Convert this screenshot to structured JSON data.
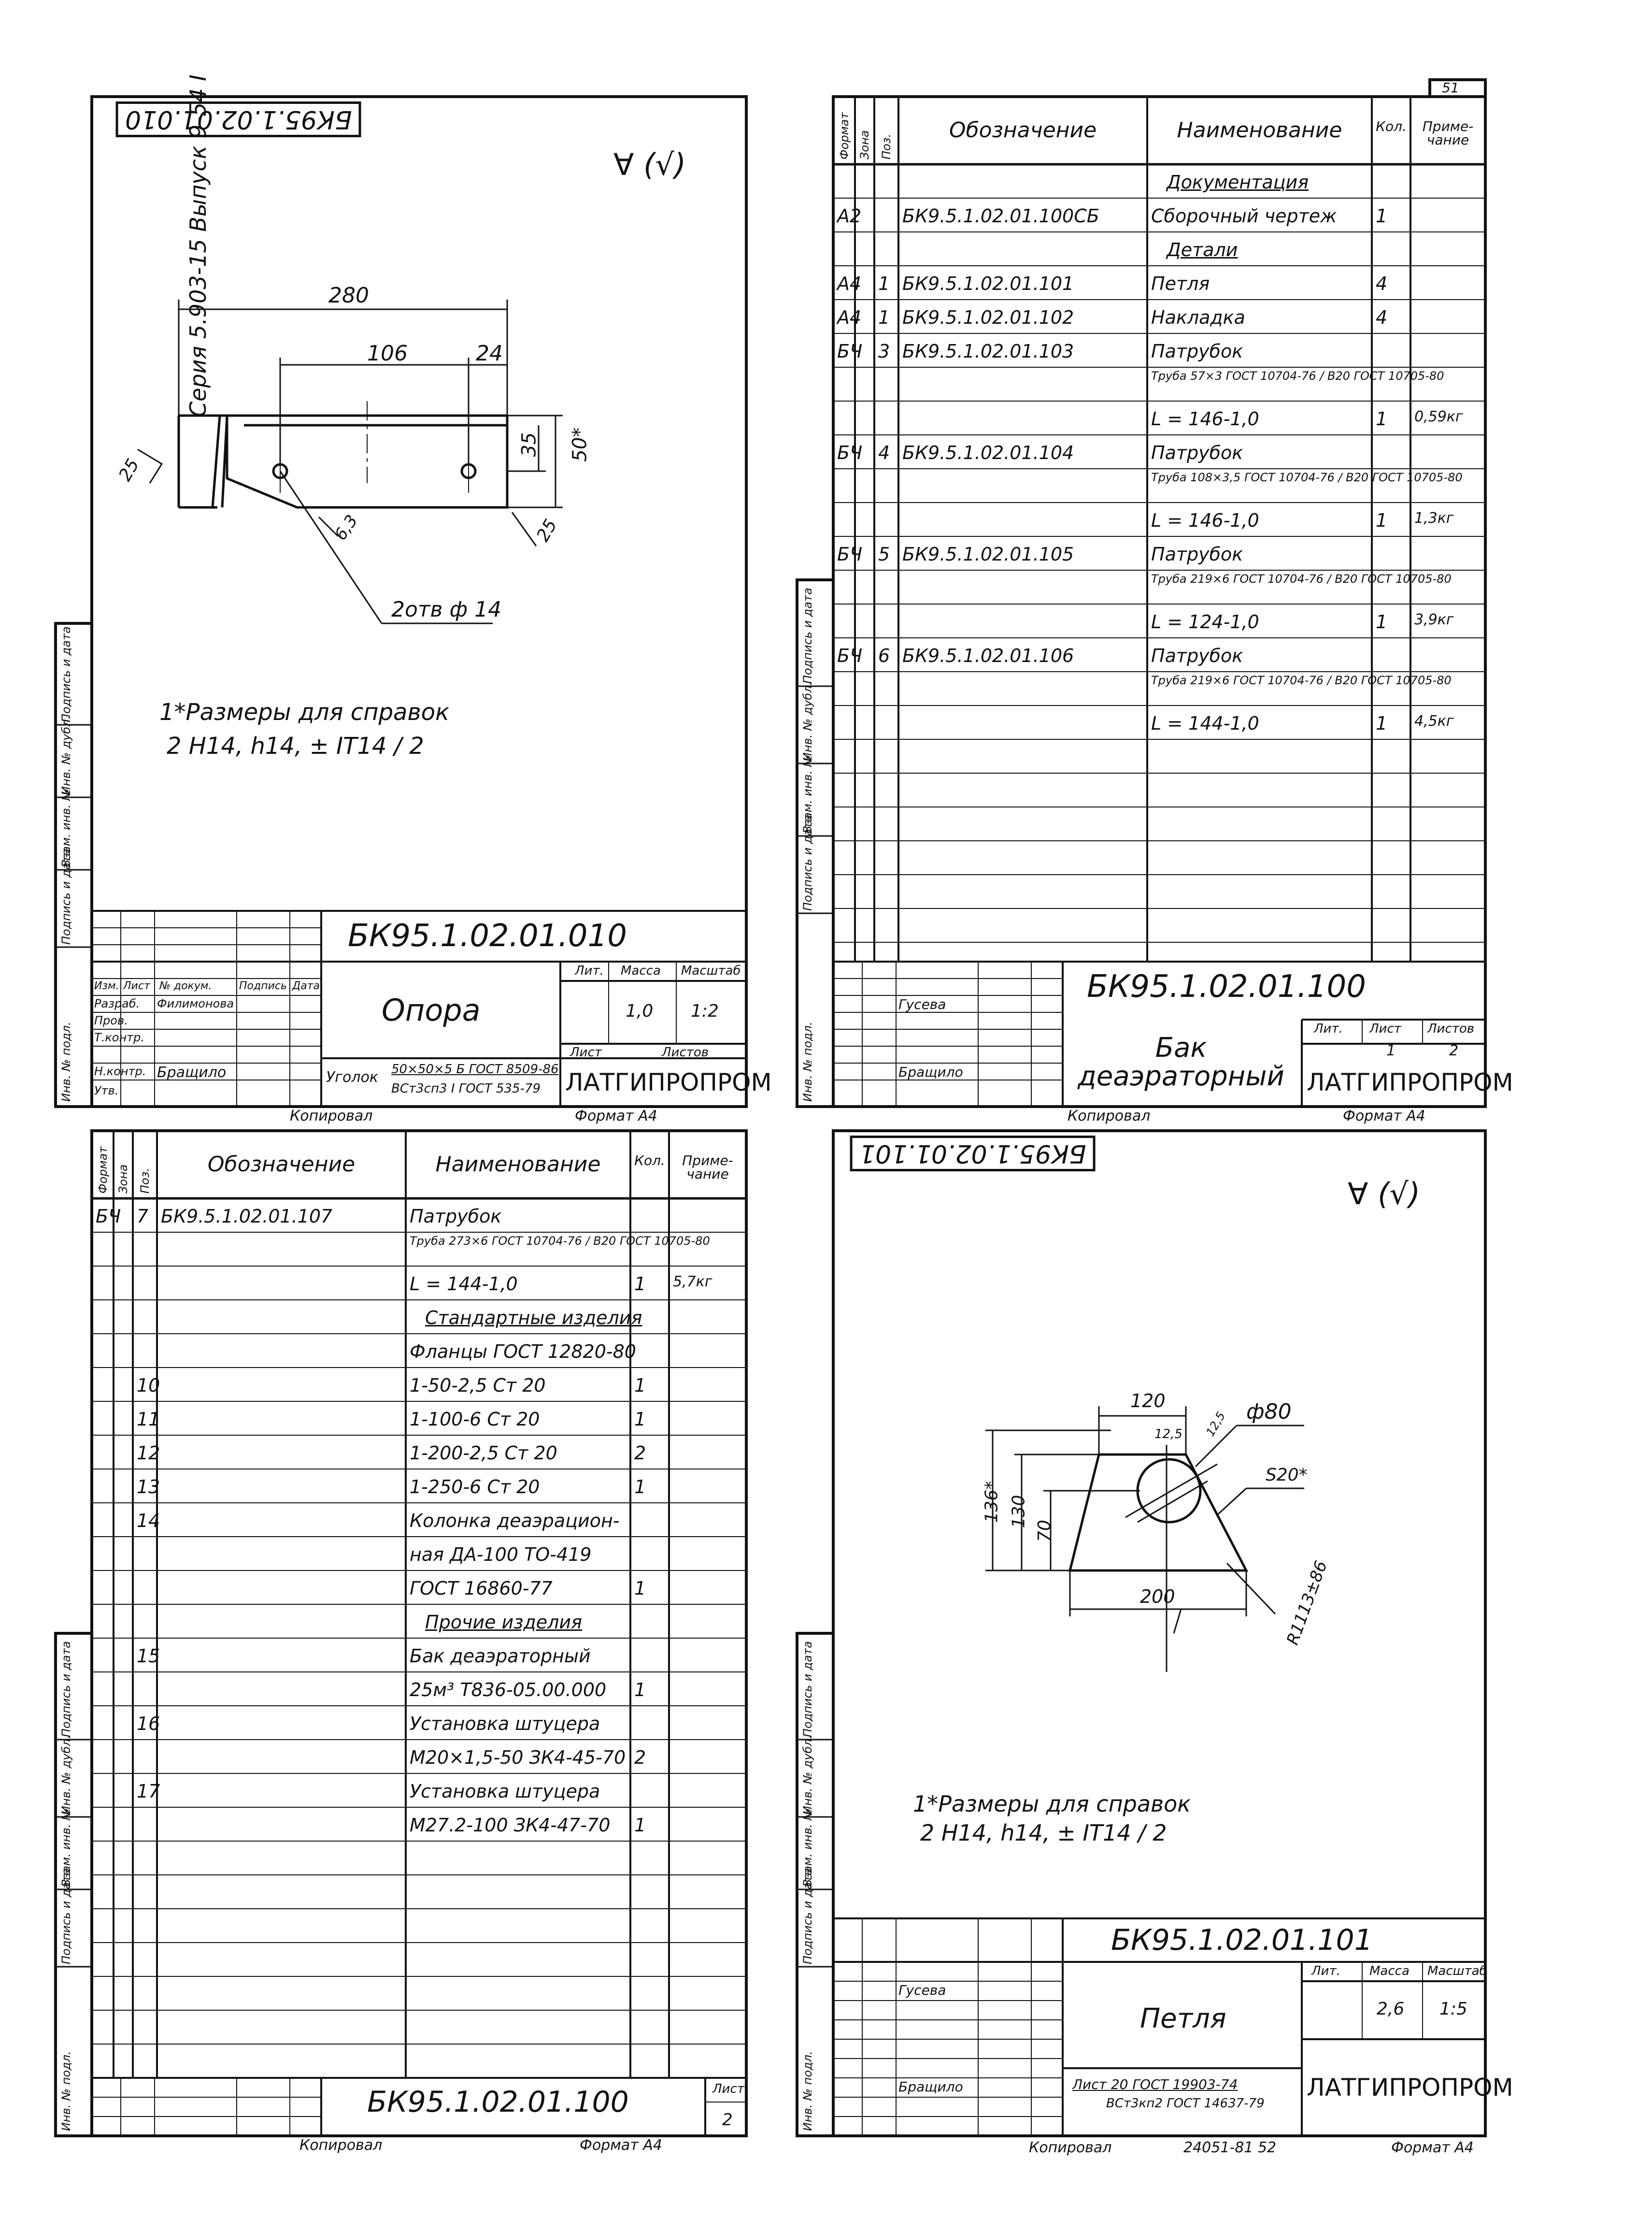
{
  "page_number": "51",
  "series": "Серия 5.903-15 Выпуск 9-54 I",
  "roughness": "∀ (√)",
  "sheet1": {
    "code_upside": "БК95.1.02.01.010",
    "dim_280": "280",
    "dim_106": "106",
    "dim_24": "24",
    "dim_35": "35",
    "dim_50": "50*",
    "dim_25a": "25",
    "dim_25b": "25",
    "dim_63": "6,3",
    "dim_hole": "2отв ф 14",
    "note1": "1*Размеры для справок",
    "note2": "2 H14, h14, ± IT14 / 2",
    "code": "БК95.1.02.01.010",
    "title": "Опора",
    "material_label": "Уголок",
    "material_1": "50×50×5 Б ГОСТ 8509-86",
    "material_2": "ВСт3сп3 I ГОСТ 535-79",
    "mass": "1,0",
    "scale": "1:2",
    "org": "ЛАТГИПРОПРОМ",
    "copied": "Копировал",
    "format": "Формат А4",
    "hdr": [
      "Изм.",
      "Лист",
      "№ докум.",
      "Подпись",
      "Дата",
      "Лит.",
      "Масса",
      "Масштаб",
      "Лист",
      "Листов"
    ],
    "roles": [
      "Разраб.",
      "Пров.",
      "Т.контр.",
      "Н.контр.",
      "Утв."
    ],
    "names": [
      "Филимонова",
      "Бращило"
    ]
  },
  "sheet2": {
    "headers": [
      "Формат",
      "Зона",
      "Поз.",
      "Обозначение",
      "Наименование",
      "Кол.",
      "Приме-чание"
    ],
    "rows": [
      [
        "",
        "",
        "",
        "",
        "Документация",
        "",
        ""
      ],
      [
        "А2",
        "",
        "",
        "БК9.5.1.02.01.100СБ",
        "Сборочный чертеж",
        "1",
        ""
      ],
      [
        "",
        "",
        "",
        "",
        "Детали",
        "",
        ""
      ],
      [
        "А4",
        "",
        "1",
        "БК9.5.1.02.01.101",
        "Петля",
        "4",
        ""
      ],
      [
        "А4",
        "",
        "1",
        "БК9.5.1.02.01.102",
        "Накладка",
        "4",
        ""
      ],
      [
        "БЧ",
        "",
        "3",
        "БК9.5.1.02.01.103",
        "Патрубок",
        "",
        ""
      ],
      [
        "",
        "",
        "",
        "",
        "Труба 57×3 ГОСТ 10704-76 / В20 ГОСТ 10705-80",
        "",
        ""
      ],
      [
        "",
        "",
        "",
        "",
        "L = 146-1,0",
        "1",
        "0,59кг"
      ],
      [
        "БЧ",
        "",
        "4",
        "БК9.5.1.02.01.104",
        "Патрубок",
        "",
        ""
      ],
      [
        "",
        "",
        "",
        "",
        "Труба 108×3,5 ГОСТ 10704-76 / В20 ГОСТ 10705-80",
        "",
        ""
      ],
      [
        "",
        "",
        "",
        "",
        "L = 146-1,0",
        "1",
        "1,3кг"
      ],
      [
        "БЧ",
        "",
        "5",
        "БК9.5.1.02.01.105",
        "Патрубок",
        "",
        ""
      ],
      [
        "",
        "",
        "",
        "",
        "Труба 219×6 ГОСТ 10704-76 / В20 ГОСТ 10705-80",
        "",
        ""
      ],
      [
        "",
        "",
        "",
        "",
        "L = 124-1,0",
        "1",
        "3,9кг"
      ],
      [
        "БЧ",
        "",
        "6",
        "БК9.5.1.02.01.106",
        "Патрубок",
        "",
        ""
      ],
      [
        "",
        "",
        "",
        "",
        "Труба 219×6 ГОСТ 10704-76 / В20 ГОСТ 10705-80",
        "",
        ""
      ],
      [
        "",
        "",
        "",
        "",
        "L = 144-1,0",
        "1",
        "4,5кг"
      ]
    ],
    "code": "БК95.1.02.01.100",
    "title": "Бак деаэраторный",
    "sheet_no": "1",
    "sheets": "2",
    "org": "ЛАТГИПРОПРОМ",
    "copied": "Копировал",
    "format": "Формат А4",
    "names": [
      "Гусева",
      "Бращило"
    ]
  },
  "sheet3": {
    "headers": [
      "Формат",
      "Зона",
      "Поз.",
      "Обозначение",
      "Наименование",
      "Кол.",
      "Приме-чание"
    ],
    "rows": [
      [
        "БЧ",
        "",
        "7",
        "БК9.5.1.02.01.107",
        "Патрубок",
        "",
        ""
      ],
      [
        "",
        "",
        "",
        "",
        "Труба 273×6 ГОСТ 10704-76 / В20 ГОСТ 10705-80",
        "",
        ""
      ],
      [
        "",
        "",
        "",
        "",
        "L = 144-1,0",
        "1",
        "5,7кг"
      ],
      [
        "",
        "",
        "",
        "",
        "Стандартные изделия",
        "",
        ""
      ],
      [
        "",
        "",
        "",
        "",
        "Фланцы ГОСТ 12820-80",
        "",
        ""
      ],
      [
        "",
        "",
        "10",
        "",
        "1-50-2,5 Ст 20",
        "1",
        ""
      ],
      [
        "",
        "",
        "11",
        "",
        "1-100-6 Ст 20",
        "1",
        ""
      ],
      [
        "",
        "",
        "12",
        "",
        "1-200-2,5 Ст 20",
        "2",
        ""
      ],
      [
        "",
        "",
        "13",
        "",
        "1-250-6 Ст 20",
        "1",
        ""
      ],
      [
        "",
        "",
        "14",
        "",
        "Колонка деаэрацион-",
        "",
        ""
      ],
      [
        "",
        "",
        "",
        "",
        "ная ДА-100 ТО-419",
        "",
        ""
      ],
      [
        "",
        "",
        "",
        "",
        "ГОСТ 16860-77",
        "1",
        ""
      ],
      [
        "",
        "",
        "",
        "",
        "Прочие изделия",
        "",
        ""
      ],
      [
        "",
        "",
        "15",
        "",
        "Бак деаэраторный",
        "",
        ""
      ],
      [
        "",
        "",
        "",
        "",
        "25м³ Т836-05.00.000",
        "1",
        ""
      ],
      [
        "",
        "",
        "16",
        "",
        "Установка штуцера",
        "",
        ""
      ],
      [
        "",
        "",
        "",
        "",
        "М20×1,5-50 ЗК4-45-70",
        "2",
        ""
      ],
      [
        "",
        "",
        "17",
        "",
        "Установка штуцера",
        "",
        ""
      ],
      [
        "",
        "",
        "",
        "",
        "М27.2-100 ЗК4-47-70",
        "1",
        ""
      ]
    ],
    "code": "БК95.1.02.01.100",
    "sheet_no": "2",
    "copied": "Копировал",
    "format": "Формат А4"
  },
  "sheet4": {
    "code_upside": "БК95.1.02.01.101",
    "dim_120": "120",
    "dim_125": "12,5",
    "dim_125b": "12,5",
    "dim_80": "ф80",
    "dim_1368": "136*",
    "dim_130": "130",
    "dim_70": "70",
    "dim_s20": "S20*",
    "dim_200": "200",
    "dim_r": "R1113±86",
    "note1": "1*Размеры для справок",
    "note2": "2 H14, h14, ± IT14 / 2",
    "code": "БК95.1.02.01.101",
    "title": "Петля",
    "mass": "2,6",
    "scale": "1:5",
    "material_1": "Лист 20 ГОСТ 19903-74",
    "material_2": "ВСт3кп2 ГОСТ 14637-79",
    "org": "ЛАТГИПРОПРОМ",
    "copied": "Копировал",
    "doc_no": "24051-81 52",
    "format": "Формат А4",
    "names": [
      "Гусева",
      "Бращило"
    ]
  },
  "side_labels": [
    "Инв. № подл.",
    "Подпись и дата",
    "Взам. инв. №",
    "Инв. № дубл.",
    "Подпись и дата"
  ]
}
